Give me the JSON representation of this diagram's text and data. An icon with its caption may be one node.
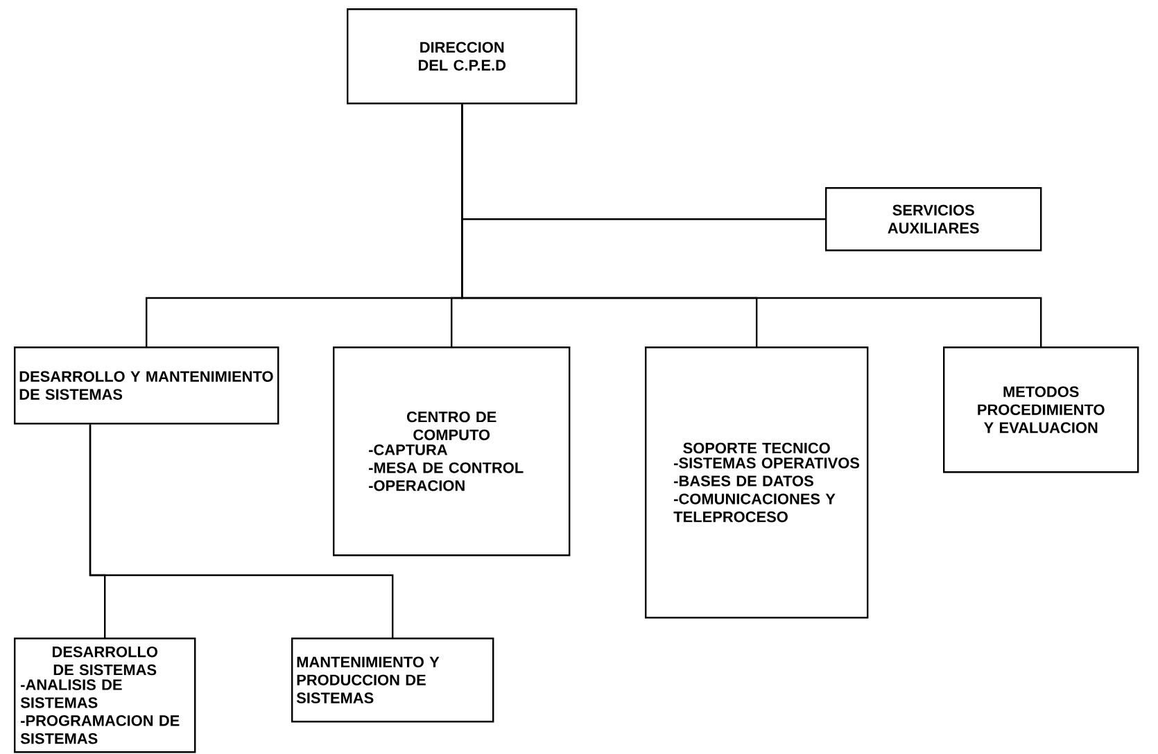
{
  "diagram": {
    "nodes": [
      {
        "text": [
          "DIRECCION DEL C.P.E.D"
        ]
      },
      {
        "text": [
          "SERVICIOS AUXILIARES"
        ]
      },
      {
        "text": [
          "DESARROLLO Y MANTENIMIENTO DE SISTEMAS"
        ]
      },
      {
        "text": [
          "CENTRO DE COMPUTO",
          "-CAPTURA",
          "-MESA DE CONTROL",
          "-OPERACION"
        ]
      },
      {
        "text": [
          "SOPORTE TECNICO",
          "-SISTEMAS OPERATIVOS",
          "-BASES DE DATOS",
          "-COMUNICACIONES Y TELEPROCESO"
        ]
      },
      {
        "text": [
          "METODOS PROCEDIMIENTO Y EVALUACION"
        ]
      },
      {
        "text": [
          "DESARROLLO DE SISTEMAS",
          "-ANALISIS DE SISTEMAS",
          "-PROGRAMACION DE SISTEMAS"
        ]
      },
      {
        "text": [
          "MANTENIMIENTO Y PRODUCCION DE SISTEMAS"
        ]
      }
    ],
    "edges": [
      {
        "from": 0,
        "to": 1,
        "arrow": "none"
      },
      {
        "from": 0,
        "to": 2,
        "arrow": "none"
      },
      {
        "from": 0,
        "to": 3,
        "arrow": "none"
      },
      {
        "from": 0,
        "to": 4,
        "arrow": "none"
      },
      {
        "from": 0,
        "to": 5,
        "arrow": "none"
      },
      {
        "from": 2,
        "to": 6,
        "arrow": "none"
      },
      {
        "from": 2,
        "to": 7,
        "arrow": "none"
      }
    ]
  }
}
